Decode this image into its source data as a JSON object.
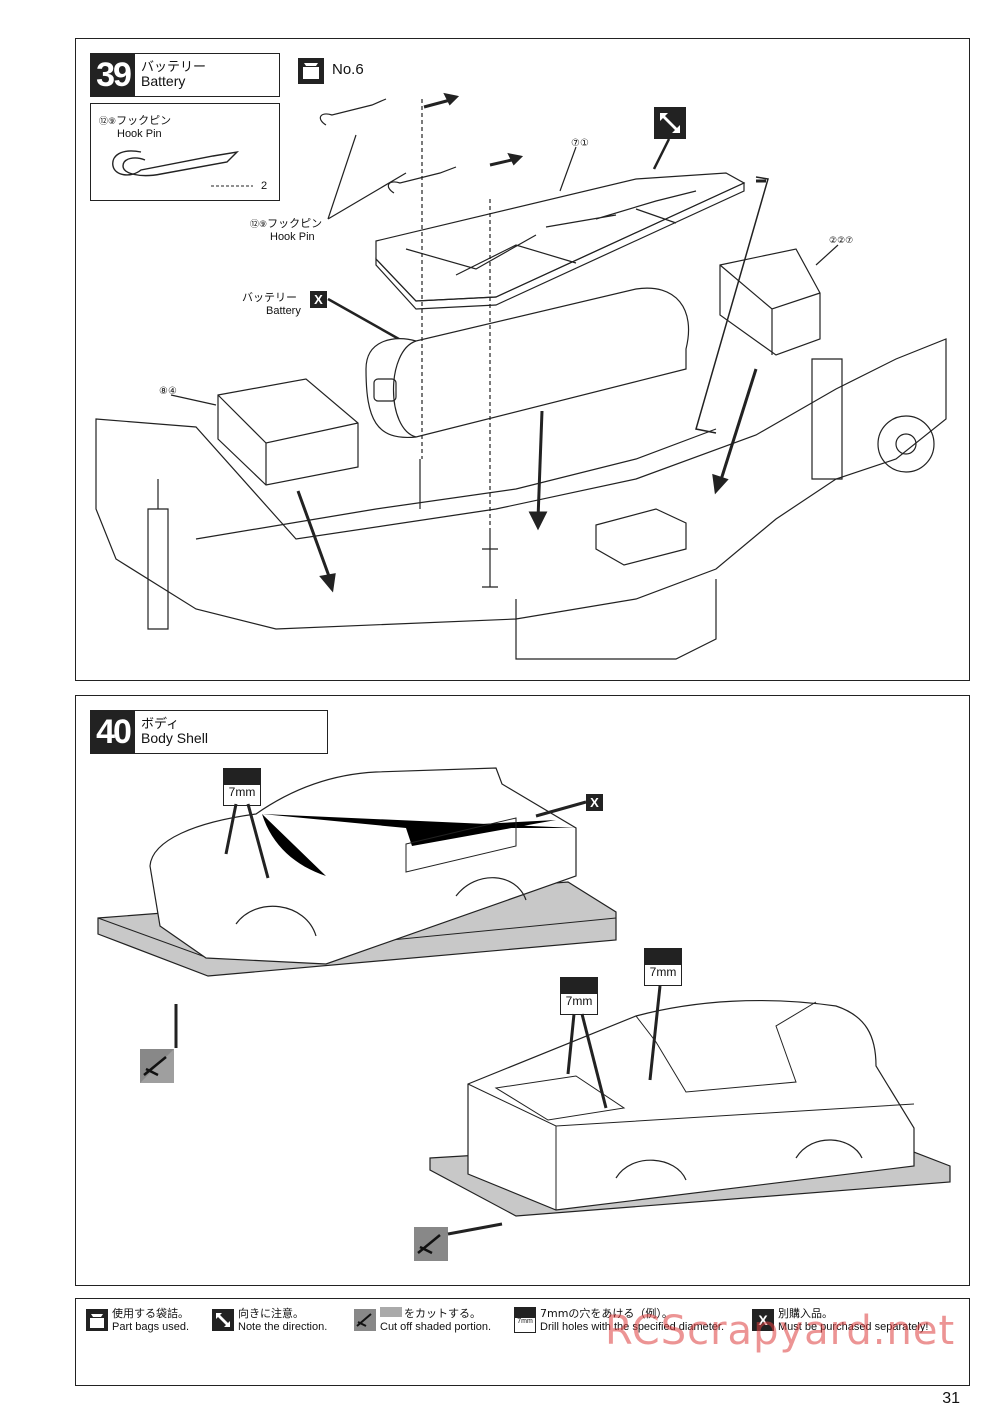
{
  "step39": {
    "number": "39",
    "title_jp": "バッテリー",
    "title_en": "Battery",
    "bag": "No.6",
    "hookpin_box": {
      "part_no": "⑫⑨",
      "name_jp": "フックピン",
      "name_en": "Hook Pin",
      "qty": "2"
    },
    "hookpin_callout": {
      "part_no": "⑫⑨",
      "name_jp": "フックピン",
      "name_en": "Hook Pin"
    },
    "battery_callout": {
      "name_jp": "バッテリー",
      "name_en": "Battery",
      "badge": "X"
    },
    "part_71": "⑦①",
    "part_84": "⑧④",
    "part_227": "②②⑦"
  },
  "step40": {
    "number": "40",
    "title_jp": "ボディ",
    "title_en": "Body Shell",
    "drill_label": "7mm",
    "badge": "X"
  },
  "legend": {
    "items": [
      {
        "icon": "bag-icon",
        "jp": "使用する袋詰。",
        "en": "Part bags used."
      },
      {
        "icon": "direction-icon",
        "jp": "向きに注意。",
        "en": "Note the direction."
      },
      {
        "icon": "cut-icon",
        "jp": "をカットする。",
        "en": "Cut off shaded portion."
      },
      {
        "icon": "drill-icon",
        "jp": "7mmの穴をあける（例）。",
        "en": "Drill holes with the specified diameter.",
        "icon_text": "7mm"
      },
      {
        "icon": "x-icon",
        "jp": "別購入品。",
        "en": "Must be purchased separately!",
        "icon_text": "X"
      }
    ]
  },
  "page_number": "31",
  "watermark": "RCScrapyard.net"
}
